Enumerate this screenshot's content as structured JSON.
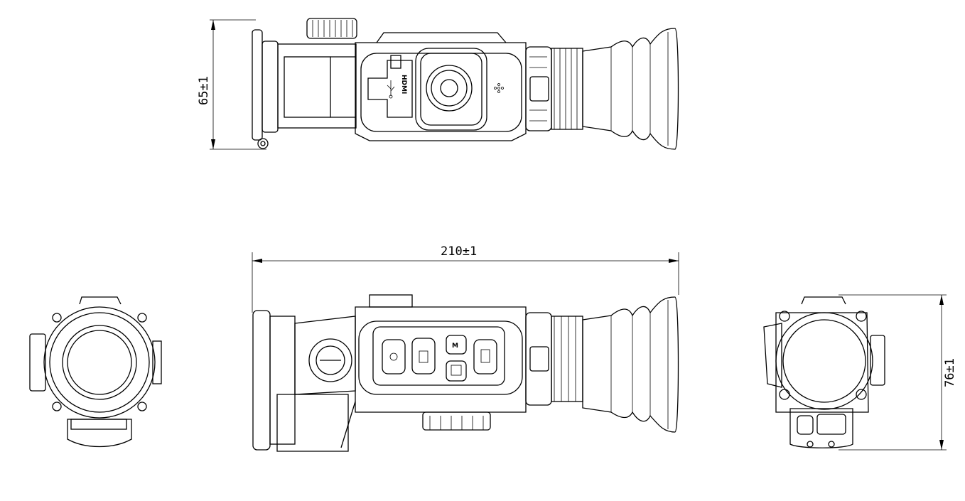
{
  "drawing": {
    "dimensions": {
      "height_top_view": "65±1",
      "length_side_view": "210±1",
      "height_rear_view": "76±1"
    },
    "labels": {
      "hdmi_port": "HDMI",
      "mode_button": "M"
    },
    "icons": [
      "usb-icon",
      "power-icon",
      "menu-icon",
      "camera-icon",
      "zoom-icon",
      "microphone-icon"
    ]
  }
}
